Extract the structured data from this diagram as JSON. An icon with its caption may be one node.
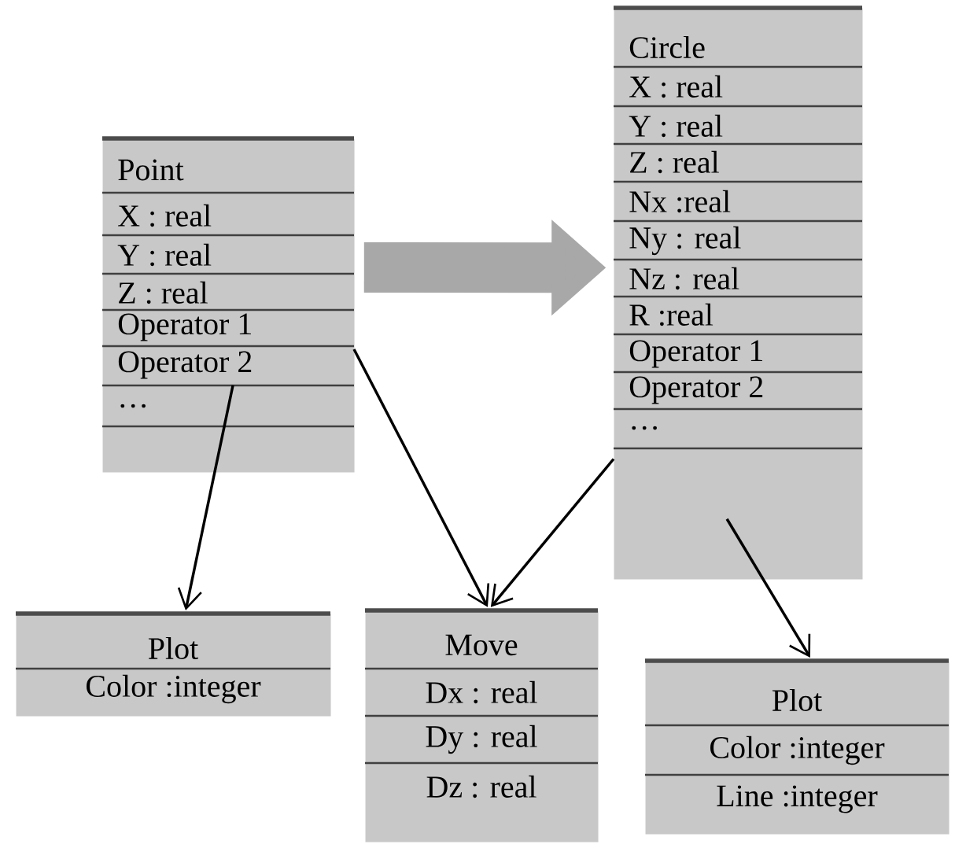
{
  "diagram": {
    "nodes": [
      {
        "text": [
          "Point",
          "X : real",
          "Y : real",
          "Z : real",
          "Operator 1",
          "Operator 2",
          "…"
        ]
      },
      {
        "text": [
          "Circle",
          "X : real",
          "Y : real",
          "Z : real",
          "Nx :real",
          "Ny : real",
          "Nz : real",
          "R :real",
          "Operator 1",
          "Operator 2",
          "…"
        ]
      },
      {
        "text": [
          "Plot",
          "Color :integer"
        ]
      },
      {
        "text": [
          "Move",
          "Dx : real",
          "Dy : real",
          "Dz : real"
        ]
      },
      {
        "text": [
          "Plot",
          "Color :integer",
          "Line :integer"
        ]
      }
    ],
    "edges": [
      {
        "from": 0,
        "to": 1,
        "arrow": "to",
        "style": "thick",
        "color": "#a8a8a8"
      },
      {
        "from": 0,
        "to": 2,
        "arrow": "to"
      },
      {
        "from": 0,
        "to": 3,
        "arrow": "to"
      },
      {
        "from": 1,
        "to": 3,
        "arrow": "to"
      },
      {
        "from": 1,
        "to": 4,
        "arrow": "to"
      }
    ]
  }
}
